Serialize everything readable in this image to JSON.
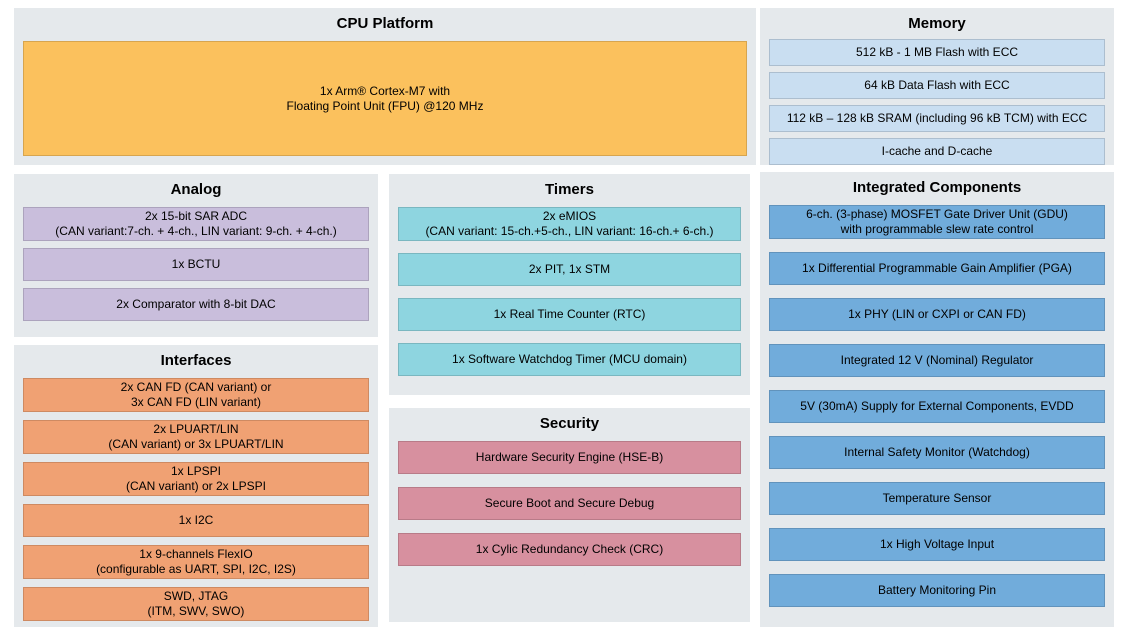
{
  "colors": {
    "panelBg": "#e5e9ec",
    "cpu": "#fbc15d",
    "memory": "#c9def1",
    "analog": "#c9bedc",
    "timers": "#8ed5e0",
    "interfaces": "#f0a173",
    "security": "#d7909f",
    "integrated": "#71acdb"
  },
  "panels": {
    "cpu": {
      "title": "CPU Platform",
      "rows": [
        {
          "line1": "1x Arm® Cortex-M7 with",
          "line2": "Floating Point Unit (FPU) @120 MHz"
        }
      ]
    },
    "memory": {
      "title": "Memory",
      "rows": [
        {
          "line1": "512 kB - 1 MB Flash with ECC"
        },
        {
          "line1": "64 kB Data Flash with ECC"
        },
        {
          "line1": "112 kB – 128 kB SRAM (including 96 kB TCM) with ECC"
        },
        {
          "line1": "I-cache and D-cache"
        }
      ]
    },
    "analog": {
      "title": "Analog",
      "rows": [
        {
          "line1": "2x 15-bit SAR ADC",
          "line2": "(CAN variant:7-ch. + 4-ch., LIN variant: 9-ch. + 4-ch.)"
        },
        {
          "line1": "1x BCTU"
        },
        {
          "line1": "2x Comparator with 8-bit DAC"
        }
      ]
    },
    "timers": {
      "title": "Timers",
      "rows": [
        {
          "line1": "2x eMIOS",
          "line2": "(CAN variant: 15-ch.+5-ch., LIN variant: 16-ch.+ 6-ch.)"
        },
        {
          "line1": "2x PIT, 1x STM"
        },
        {
          "line1": "1x Real Time Counter (RTC)"
        },
        {
          "line1": "1x Software Watchdog Timer (MCU domain)"
        }
      ]
    },
    "interfaces": {
      "title": "Interfaces",
      "rows": [
        {
          "line1": "2x CAN FD (CAN variant) or",
          "line2": "3x CAN FD (LIN variant)"
        },
        {
          "line1": "2x LPUART/LIN",
          "line2": "(CAN variant) or 3x LPUART/LIN"
        },
        {
          "line1": "1x LPSPI",
          "line2": "(CAN variant) or 2x LPSPI"
        },
        {
          "line1": "1x I2C"
        },
        {
          "line1": "1x 9-channels FlexIO",
          "line2": "(configurable as UART, SPI, I2C, I2S)"
        },
        {
          "line1": "SWD, JTAG",
          "line2": "(ITM, SWV, SWO)"
        }
      ]
    },
    "security": {
      "title": "Security",
      "rows": [
        {
          "line1": "Hardware Security Engine (HSE-B)"
        },
        {
          "line1": "Secure Boot and Secure Debug"
        },
        {
          "line1": "1x Cylic Redundancy Check (CRC)"
        }
      ]
    },
    "integrated": {
      "title": "Integrated Components",
      "rows": [
        {
          "line1": "6-ch. (3-phase) MOSFET Gate Driver Unit (GDU)",
          "line2": "with programmable slew rate control"
        },
        {
          "line1": "1x Differential Programmable Gain Amplifier (PGA)"
        },
        {
          "line1": "1x PHY (LIN or CXPI or CAN FD)"
        },
        {
          "line1": "Integrated 12 V (Nominal) Regulator"
        },
        {
          "line1": "5V (30mA) Supply for External Components, EVDD"
        },
        {
          "line1": "Internal Safety Monitor (Watchdog)"
        },
        {
          "line1": "Temperature Sensor"
        },
        {
          "line1": "1x High Voltage Input"
        },
        {
          "line1": "Battery Monitoring Pin"
        }
      ]
    }
  }
}
